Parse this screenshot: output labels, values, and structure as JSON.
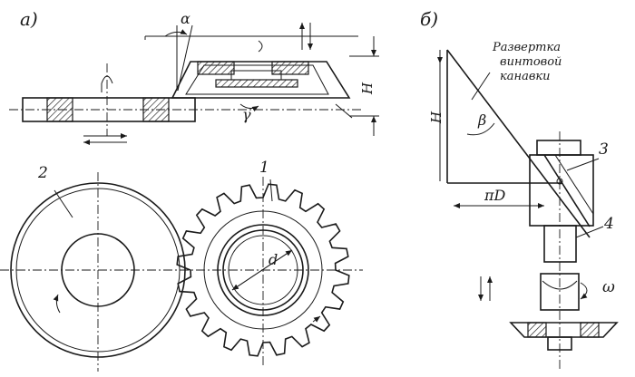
{
  "panels": {
    "a_label": "a)",
    "b_label": "б)"
  },
  "labels": {
    "alpha": "α",
    "gamma": "γ",
    "H_left": "H",
    "H_right": "H",
    "beta": "β",
    "piD": "πD",
    "d": "d",
    "part1": "1",
    "part2": "2",
    "part3": "3",
    "part4": "4",
    "omega": "ω"
  },
  "caption": {
    "line1": "Развертка",
    "line2": "винтовой",
    "line3": "канавки"
  }
}
